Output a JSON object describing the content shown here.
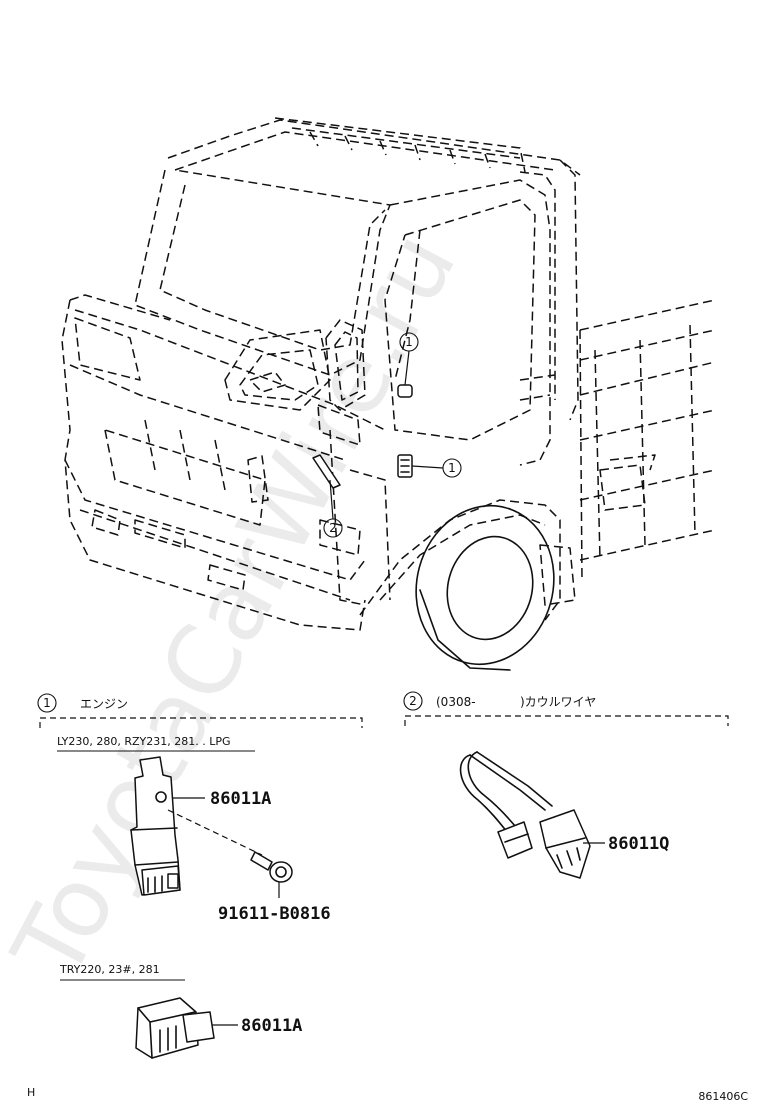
{
  "watermark": "ToyotaCarWire.ru",
  "callouts": [
    {
      "number": "1"
    },
    {
      "number": "1"
    },
    {
      "number": "2"
    }
  ],
  "sections": [
    {
      "number": "1",
      "title": "エンジン",
      "groups": [
        {
          "model_label": "LY230, 280, RZY231, 281. . LPG",
          "parts": [
            "86011A",
            "91611-B0816"
          ]
        },
        {
          "model_label": "TRY220, 23#, 281",
          "parts": [
            "86011A"
          ]
        }
      ]
    },
    {
      "number": "2",
      "title_prefix": "(0308-",
      "title_suffix": ")カウルワイヤ",
      "parts": [
        "86011Q"
      ]
    }
  ],
  "footer": {
    "left": "H",
    "right": "861406C"
  }
}
